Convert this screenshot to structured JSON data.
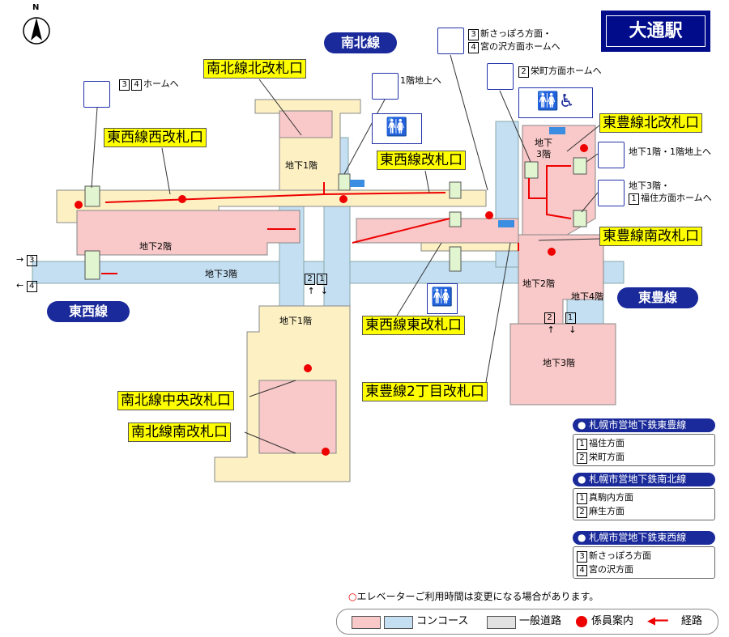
{
  "station_title": "大通駅",
  "compass": "N",
  "line_pills": {
    "nanboku": "南北線",
    "tozai": "東西線",
    "toho": "東豊線"
  },
  "gates": {
    "nanboku_north": "南北線北改札口",
    "tozai_west": "東西線西改札口",
    "tozai": "東西線改札口",
    "toho_north": "東豊線北改札口",
    "toho_south": "東豊線南改札口",
    "tozai_east": "東西線東改札口",
    "toho_2chome": "東豊線2丁目改札口",
    "nanboku_central": "南北線中央改札口",
    "nanboku_south": "南北線南改札口"
  },
  "elevators": [
    {
      "nums": [
        "3",
        "4"
      ],
      "text": "ホームへ"
    },
    {
      "nums": [],
      "text": "1階地上へ"
    },
    {
      "line1_num": "3",
      "line1": "新さっぽろ方面・",
      "line2_num": "4",
      "line2": "宮の沢方面ホームへ"
    },
    {
      "nums": [
        "2"
      ],
      "text": "栄町方面ホームへ"
    },
    {
      "nums": [],
      "text": "地下1階・1階地上へ"
    },
    {
      "line1": "地下3階・",
      "line2_num": "1",
      "line2": "福住方面ホームへ"
    }
  ],
  "floors": {
    "b1_north": "地下1階",
    "b2_west": "地下2階",
    "b3_west": "地下3階",
    "b1_south": "地下1階",
    "b2_east": "地下2階",
    "b4_east": "地下4階",
    "b3_east": "地下3階",
    "b3_north_a": "地下",
    "b3_north_b": "3階"
  },
  "directions": {
    "west_3": "3",
    "west_4": "4",
    "ns_2": "2",
    "ns_1": "1",
    "toho_2": "2",
    "toho_1": "1"
  },
  "line_legends": [
    {
      "title": "札幌市営地下鉄東豊線",
      "items": [
        {
          "num": "1",
          "label": "福住方面"
        },
        {
          "num": "2",
          "label": "栄町方面"
        }
      ]
    },
    {
      "title": "札幌市営地下鉄南北線",
      "items": [
        {
          "num": "1",
          "label": "真駒内方面"
        },
        {
          "num": "2",
          "label": "麻生方面"
        }
      ]
    },
    {
      "title": "札幌市営地下鉄東西線",
      "items": [
        {
          "num": "3",
          "label": "新さっぽろ方面"
        },
        {
          "num": "4",
          "label": "宮の沢方面"
        }
      ]
    }
  ],
  "notice": "エレベーターご利用時間は変更になる場合があります。",
  "legend": {
    "concourse": "コンコース",
    "road": "一般道路",
    "staff": "係員案内",
    "route": "経路"
  },
  "colors": {
    "cream": "#fdf1c4",
    "pink": "#f9c8c8",
    "blue": "#c4def2",
    "navy": "#1a2a9a",
    "yellow": "#ffff00",
    "red": "#ee0000"
  }
}
